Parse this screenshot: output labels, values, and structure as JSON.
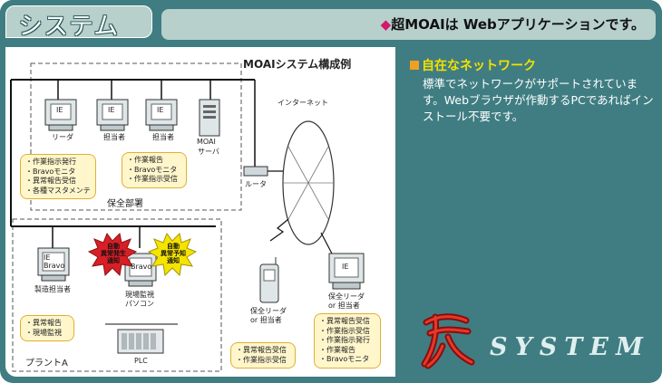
{
  "header": {
    "title": "システム",
    "tagline_mark": "◆",
    "tagline": "超MOAIは Webアプリケーションです。"
  },
  "diagram": {
    "caption": "MOAIシステム構成例",
    "internet_label": "インターネット",
    "router_label": "ルータ",
    "dept_label": "保全部署",
    "plant_label": "プラントA",
    "plc_label": "PLC",
    "screen_ie": "IE",
    "screen_ie_bravo_1": "IE",
    "screen_ie_bravo_2": "Bravo",
    "screen_bravo": "Bravo",
    "pc_leader": "リーダ",
    "pc_staff1": "担当者",
    "pc_staff2": "担当者",
    "server_label_1": "MOAI",
    "server_label_2": "サーバ",
    "plant_pc1": "製造担当者",
    "plant_pc2_1": "現場監視",
    "plant_pc2_2": "パソコン",
    "mobile_1": "保全リーダ",
    "mobile_2": "or 担当者",
    "remote_1": "保全リーダ",
    "remote_2": "or 担当者",
    "burst1": [
      "自動",
      "異常発生",
      "通知"
    ],
    "burst2": [
      "自動",
      "異常予知",
      "通知"
    ],
    "notes": {
      "leader": [
        "・作業指示発行",
        "・Bravoモニタ",
        "・異常報告受信",
        "・各種マスタメンテ"
      ],
      "staff": [
        "・作業報告",
        "・Bravoモニタ",
        "・作業指示受信"
      ],
      "plant": [
        "・異常報告",
        "・現場監視"
      ],
      "mobile": [
        "・異常報告受信",
        "・作業指示受信"
      ],
      "remote": [
        "・異常報告受信",
        "・作業指示受信",
        "・作業指示発行",
        "・作業報告",
        "・Bravoモニタ"
      ]
    }
  },
  "panel": {
    "heading": "自在なネットワーク",
    "body": "標準でネットワークがサポートされています。Webブラウザが作動するPCであればインストール不要です。"
  },
  "logo": {
    "kanji": "超",
    "text": "SYSTEM"
  },
  "colors": {
    "frame": "#3f7d82",
    "tab": "#b7d0cb",
    "heading_yellow": "#f5e000",
    "note_fill": "#fff6cc",
    "burst_red": "#d81f26",
    "burst_yellow": "#f5e300"
  }
}
